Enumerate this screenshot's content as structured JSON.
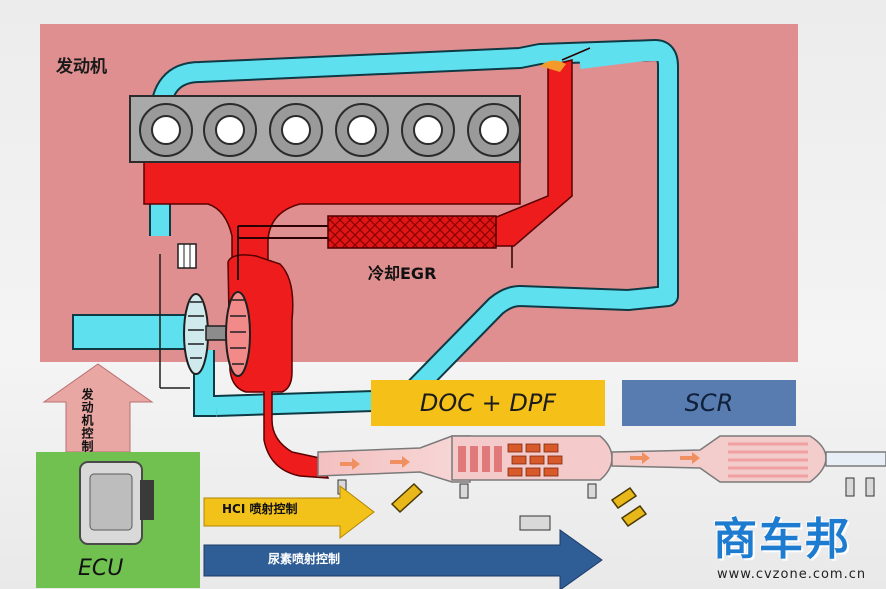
{
  "labels": {
    "engine": "发动机",
    "cooled_egr": "冷却EGR",
    "doc_dpf": "DOC + DPF",
    "scr": "SCR",
    "ecu": "ECU",
    "engine_control": "发动机控制",
    "hci_injection_control": "HCI 喷射控制",
    "urea_injection_control": "尿素喷射控制"
  },
  "logo": {
    "text": "商车邦",
    "url": "www.cvzone.com.cn"
  },
  "colors": {
    "engine_area": "#df8f8f",
    "exhaust_red": "#ee1c1c",
    "intake_cyan": "#5fe0ee",
    "doc_dpf_box": "#f5c118",
    "scr_box": "#587cb0",
    "ecu_panel": "#70c150",
    "engine_arrow": "#e9a7a3",
    "hci_arrow": "#f2c21a",
    "urea_arrow": "#2f5e96",
    "logo_blue": "#1d7bd0"
  },
  "cylinders": [
    1,
    2,
    3,
    4,
    5,
    6
  ]
}
